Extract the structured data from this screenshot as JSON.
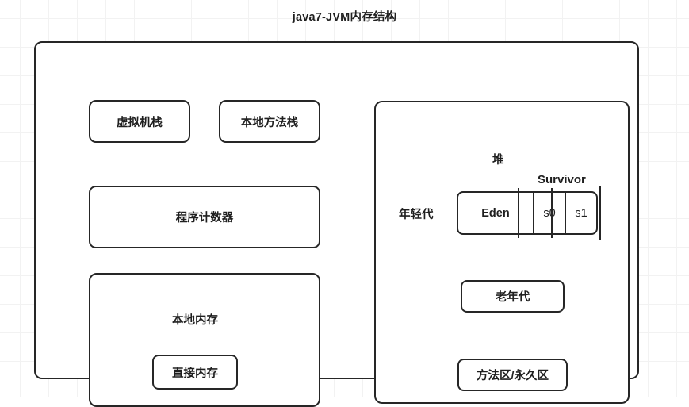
{
  "diagram": {
    "title": "java7-JVM内存结构",
    "accent_color": "#262626",
    "background_color": "#ffffff",
    "grid_color": "#f2f2f2",
    "text_color": "#1f1f1f"
  },
  "runtime_area": {
    "vm_stack": "虚拟机栈",
    "native_method_stack": "本地方法栈",
    "program_counter": "程序计数器",
    "native_memory": "本地内存",
    "direct_memory": "直接内存"
  },
  "heap": {
    "title": "堆",
    "young_generation": "年轻代",
    "survivor": "Survivor",
    "eden": "Eden",
    "s0": "s0",
    "s1": "s1",
    "old_generation": "老年代",
    "method_area": "方法区/永久区"
  }
}
